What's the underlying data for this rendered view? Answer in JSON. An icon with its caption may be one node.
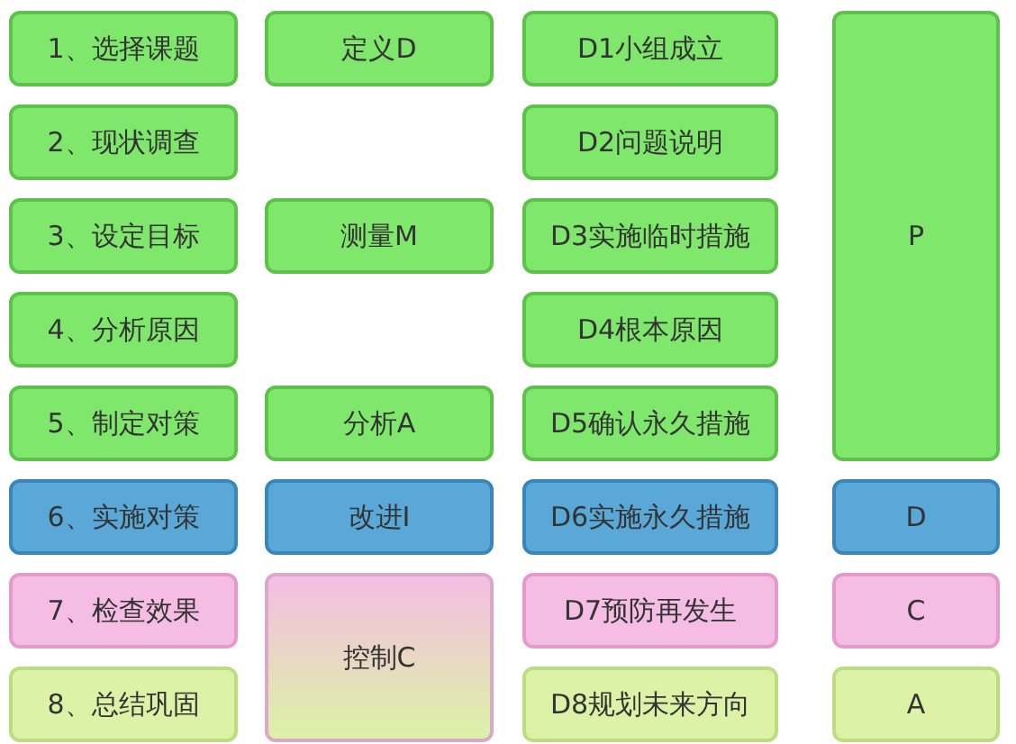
{
  "diagram": {
    "nodes": [
      {
        "text": [
          "1、选择课题"
        ]
      },
      {
        "text": [
          "定义D"
        ]
      },
      {
        "text": [
          "D1小组成立"
        ]
      },
      {
        "text": [
          "P"
        ]
      },
      {
        "text": [
          "2、现状调查"
        ]
      },
      {
        "text": [
          "D2问题说明"
        ]
      },
      {
        "text": [
          "3、设定目标"
        ]
      },
      {
        "text": [
          "测量M"
        ]
      },
      {
        "text": [
          "D3实施临时措施"
        ]
      },
      {
        "text": [
          "4、分析原因"
        ]
      },
      {
        "text": [
          "D4根本原因"
        ]
      },
      {
        "text": [
          "5、制定对策"
        ]
      },
      {
        "text": [
          "分析A"
        ]
      },
      {
        "text": [
          "D5确认永久措施"
        ]
      },
      {
        "text": [
          "6、实施对策"
        ]
      },
      {
        "text": [
          "改进I"
        ]
      },
      {
        "text": [
          "D6实施永久措施"
        ]
      },
      {
        "text": [
          "D"
        ]
      },
      {
        "text": [
          "7、检查效果"
        ]
      },
      {
        "text": [
          "控制C"
        ]
      },
      {
        "text": [
          "D7预防再发生"
        ]
      },
      {
        "text": [
          "C"
        ]
      },
      {
        "text": [
          "8、总结巩固"
        ]
      },
      {
        "text": [
          "D8规划未来方向"
        ]
      },
      {
        "text": [
          "A"
        ]
      }
    ]
  }
}
